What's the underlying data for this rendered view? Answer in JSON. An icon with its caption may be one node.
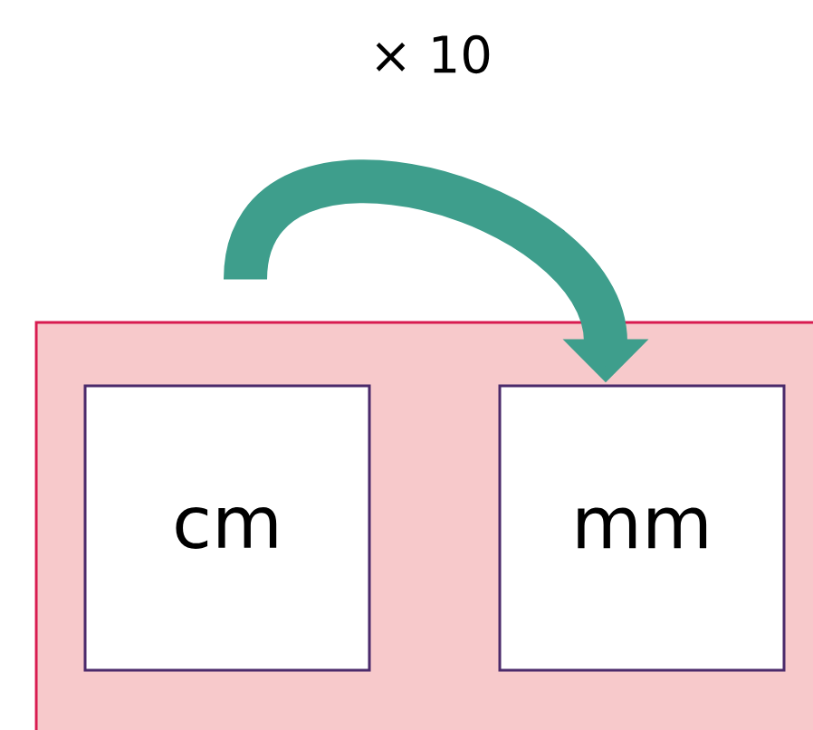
{
  "diagram": {
    "nodes": [
      {
        "text": [],
        "shape": "box"
      },
      {
        "text": [
          "cm"
        ],
        "in": 0
      },
      {
        "text": [
          "mm"
        ],
        "in": 0
      }
    ],
    "edges": [
      {
        "from": 1,
        "to": 2,
        "arrow": "to",
        "label": "× 10"
      }
    ]
  }
}
